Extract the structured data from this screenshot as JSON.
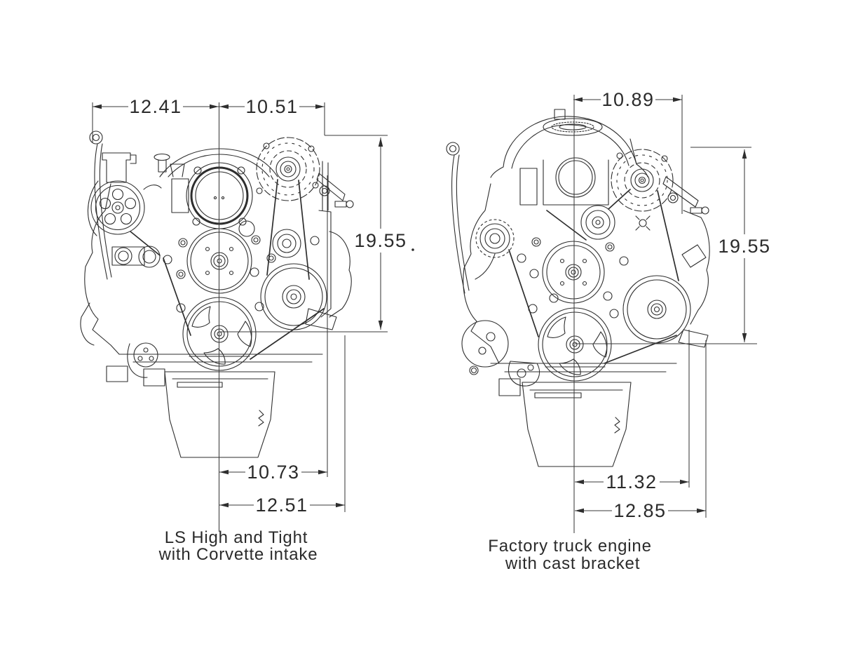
{
  "page": {
    "background": "#ffffff",
    "line_color": "#2e2e2e"
  },
  "diagram": {
    "left": {
      "caption1": "LS High and Tight",
      "caption2": "with Corvette intake",
      "dim_width_front": "12.41",
      "dim_width_upper": "10.51",
      "dim_height": "19.55",
      "dim_lower_inner": "10.73",
      "dim_lower_outer": "12.51"
    },
    "right": {
      "caption1": "Factory truck engine",
      "caption2": "with cast bracket",
      "dim_width_upper": "10.89",
      "dim_height": "19.55",
      "dim_lower_inner": "11.32",
      "dim_lower_outer": "12.85"
    }
  }
}
